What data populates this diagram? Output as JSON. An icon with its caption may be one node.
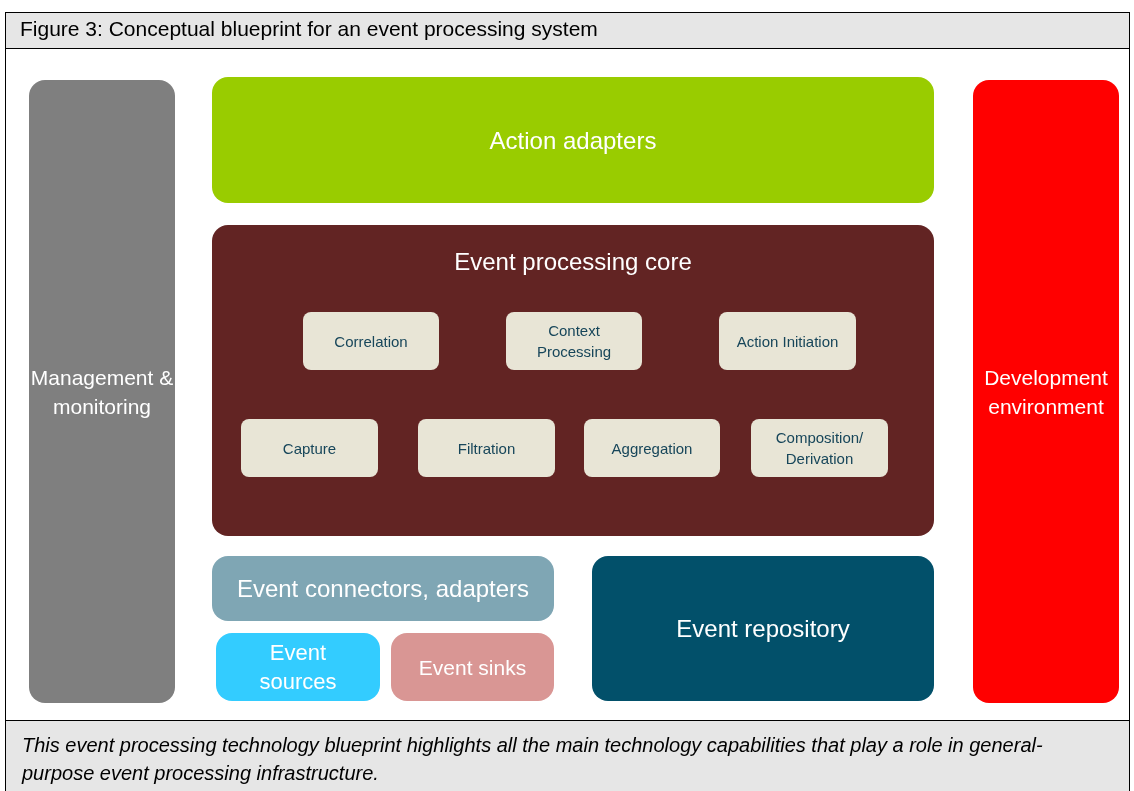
{
  "diagram": {
    "title": "Figure 3: Conceptual blueprint for an event processing system",
    "caption": "This event processing technology blueprint highlights all the main technology capabilities that play a role in general-purpose event processing infrastructure.",
    "nodes": [
      {
        "text": [
          "Management & monitoring"
        ]
      },
      {
        "text": [
          "Action adapters"
        ]
      },
      {
        "text": [
          "Event processing core"
        ]
      },
      {
        "text": [
          "Correlation"
        ],
        "in": 2
      },
      {
        "text": [
          "Context Processing"
        ],
        "in": 2
      },
      {
        "text": [
          "Action Initiation"
        ],
        "in": 2
      },
      {
        "text": [
          "Capture"
        ],
        "in": 2
      },
      {
        "text": [
          "Filtration"
        ],
        "in": 2
      },
      {
        "text": [
          "Aggregation"
        ],
        "in": 2
      },
      {
        "text": [
          "Composition/ Derivation"
        ],
        "in": 2
      },
      {
        "text": [
          "Event connectors, adapters"
        ]
      },
      {
        "text": [
          "Event sources"
        ]
      },
      {
        "text": [
          "Event sinks"
        ]
      },
      {
        "text": [
          "Event repository"
        ]
      },
      {
        "text": [
          "Development environment"
        ]
      }
    ],
    "edges": []
  }
}
